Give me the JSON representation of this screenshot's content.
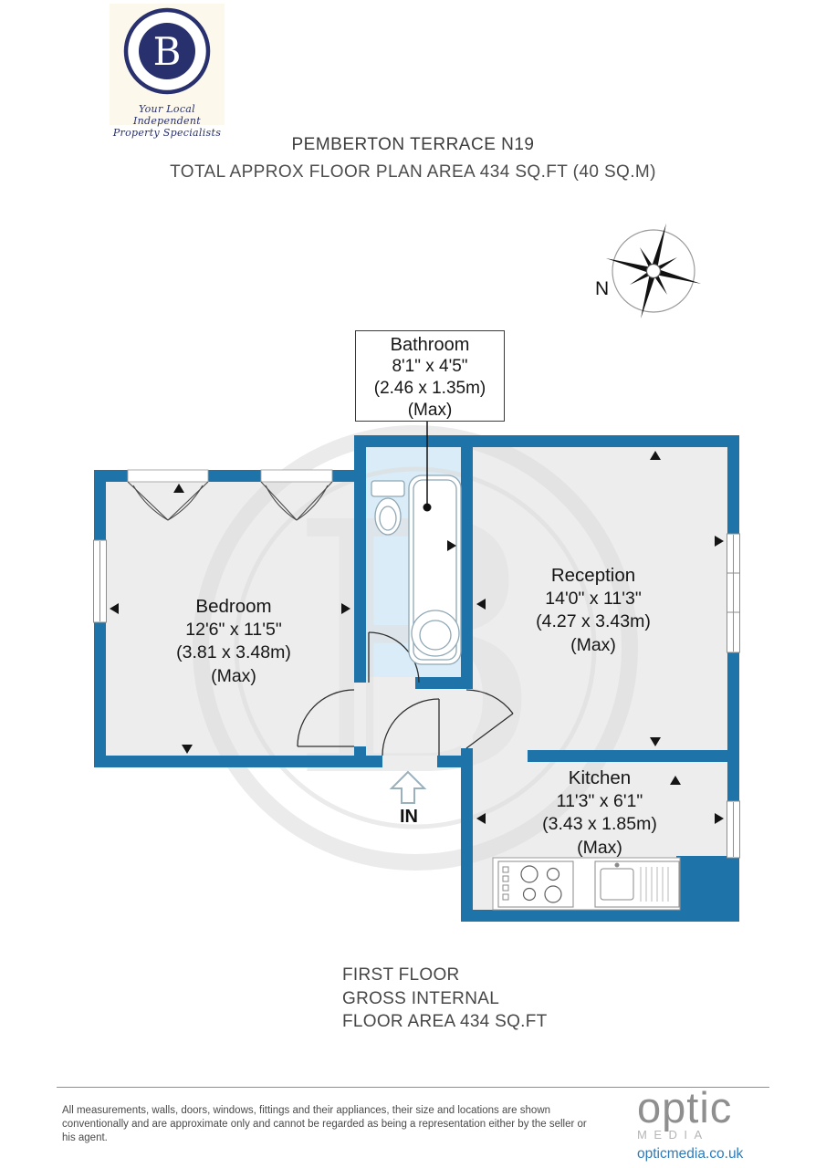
{
  "logo": {
    "letter": "B",
    "tagline_line1": "Your Local Independent",
    "tagline_line2": "Property Specialists"
  },
  "header": {
    "title": "PEMBERTON TERRACE N19",
    "subtitle": "TOTAL APPROX FLOOR PLAN AREA 434 SQ.FT (40 SQ.M)"
  },
  "compass": {
    "north_label": "N"
  },
  "plan": {
    "bathroom": {
      "name": "Bathroom",
      "imperial": "8'1\" x 4'5\"",
      "metric": "(2.46 x 1.35m)",
      "max": "(Max)"
    },
    "bedroom": {
      "name": "Bedroom",
      "imperial": "12'6\" x 11'5\"",
      "metric": "(3.81 x 3.48m)",
      "max": "(Max)"
    },
    "reception": {
      "name": "Reception",
      "imperial": "14'0\" x 11'3\"",
      "metric": "(4.27 x 3.43m)",
      "max": "(Max)"
    },
    "kitchen": {
      "name": "Kitchen",
      "imperial": "11'3\" x 6'1\"",
      "metric": "(3.43 x 1.85m)",
      "max": "(Max)"
    },
    "entrance_label": "IN"
  },
  "floor_summary": {
    "line1": "FIRST FLOOR",
    "line2": "GROSS INTERNAL",
    "line3": "FLOOR AREA 434 SQ.FT"
  },
  "footer": {
    "disclaimer": "All measurements, walls, doors, windows, fittings and their appliances, their size and locations are shown conventionally and are approximate only and cannot be regarded as being a representation either by the seller or his agent.",
    "brand_name": "optic",
    "brand_sub": "MEDIA",
    "website": "opticmedia.co.uk"
  },
  "colors": {
    "wall_blue": "#1e74a8",
    "room_fill": "#ededed",
    "bathroom_fill": "#d9ecf7",
    "brand_navy": "#28306e",
    "link_blue": "#2d7cb9"
  }
}
